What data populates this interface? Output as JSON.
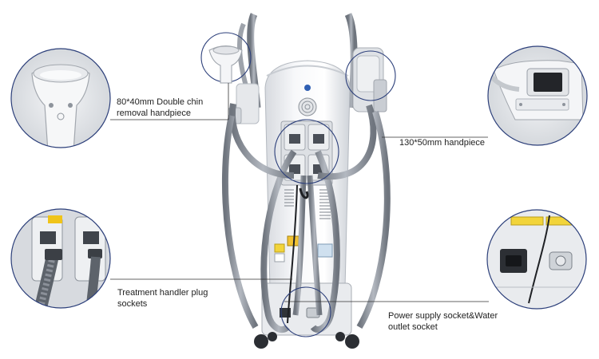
{
  "callouts": {
    "double_chin": {
      "line1": "80*40mm Double chin",
      "line2": "removal handpiece"
    },
    "large_handpiece": {
      "line1": "130*50mm handpiece"
    },
    "plug_sockets": {
      "line1": "Treatment handler plug",
      "line2": "sockets"
    },
    "power_socket": {
      "line1": "Power supply socket&Water",
      "line2": "outlet socket"
    }
  },
  "colors": {
    "machine_body": "#f2f3f5",
    "hose": "#8b9099",
    "callout_ring": "#2c3f7a",
    "leader_line": "#333333"
  },
  "icons": {
    "ce_mark": "ce-mark-label",
    "fan_grille": "fan-grille-icon",
    "logo_badge": "blue-logo-badge"
  }
}
